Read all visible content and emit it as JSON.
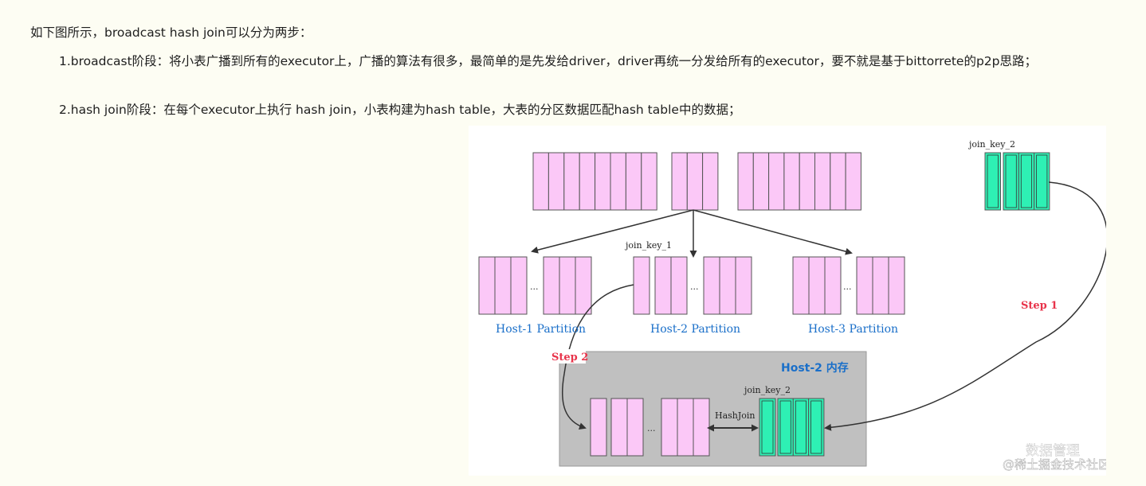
{
  "text": {
    "intro": "如下图所示，broadcast hash join可以分为两步：",
    "step1": "1.broadcast阶段：将小表广播到所有的executor上，广播的算法有很多，最简单的是先发给driver，driver再统一分发给所有的executor，要不就是基于bittorrete的p2p思路；",
    "step2": "2.hash join阶段：在每个executor上执行 hash join，小表构建为hash table，大表的分区数据匹配hash table中的数据；"
  },
  "diagram": {
    "join_key_2_top": "join_key_2",
    "join_key_1": "join_key_1",
    "join_key_2_mem": "join_key_2",
    "host1": "Host-1 Partition",
    "host2": "Host-2 Partition",
    "host3": "Host-3 Partition",
    "memory_title": "Host-2 内存",
    "step1": "Step 1",
    "step2": "Step 2",
    "hashjoin": "HashJoin",
    "ellipsis": "...",
    "watermark1": "数据管理",
    "watermark2": "@稀土掘金技术社区"
  },
  "colors": {
    "partition_fill": "#fbc8f7",
    "key_fill": "#2ef0b4",
    "memory_bg": "#c0c0c0",
    "host_label": "#1a6fc9",
    "step_label": "#e8334a"
  }
}
